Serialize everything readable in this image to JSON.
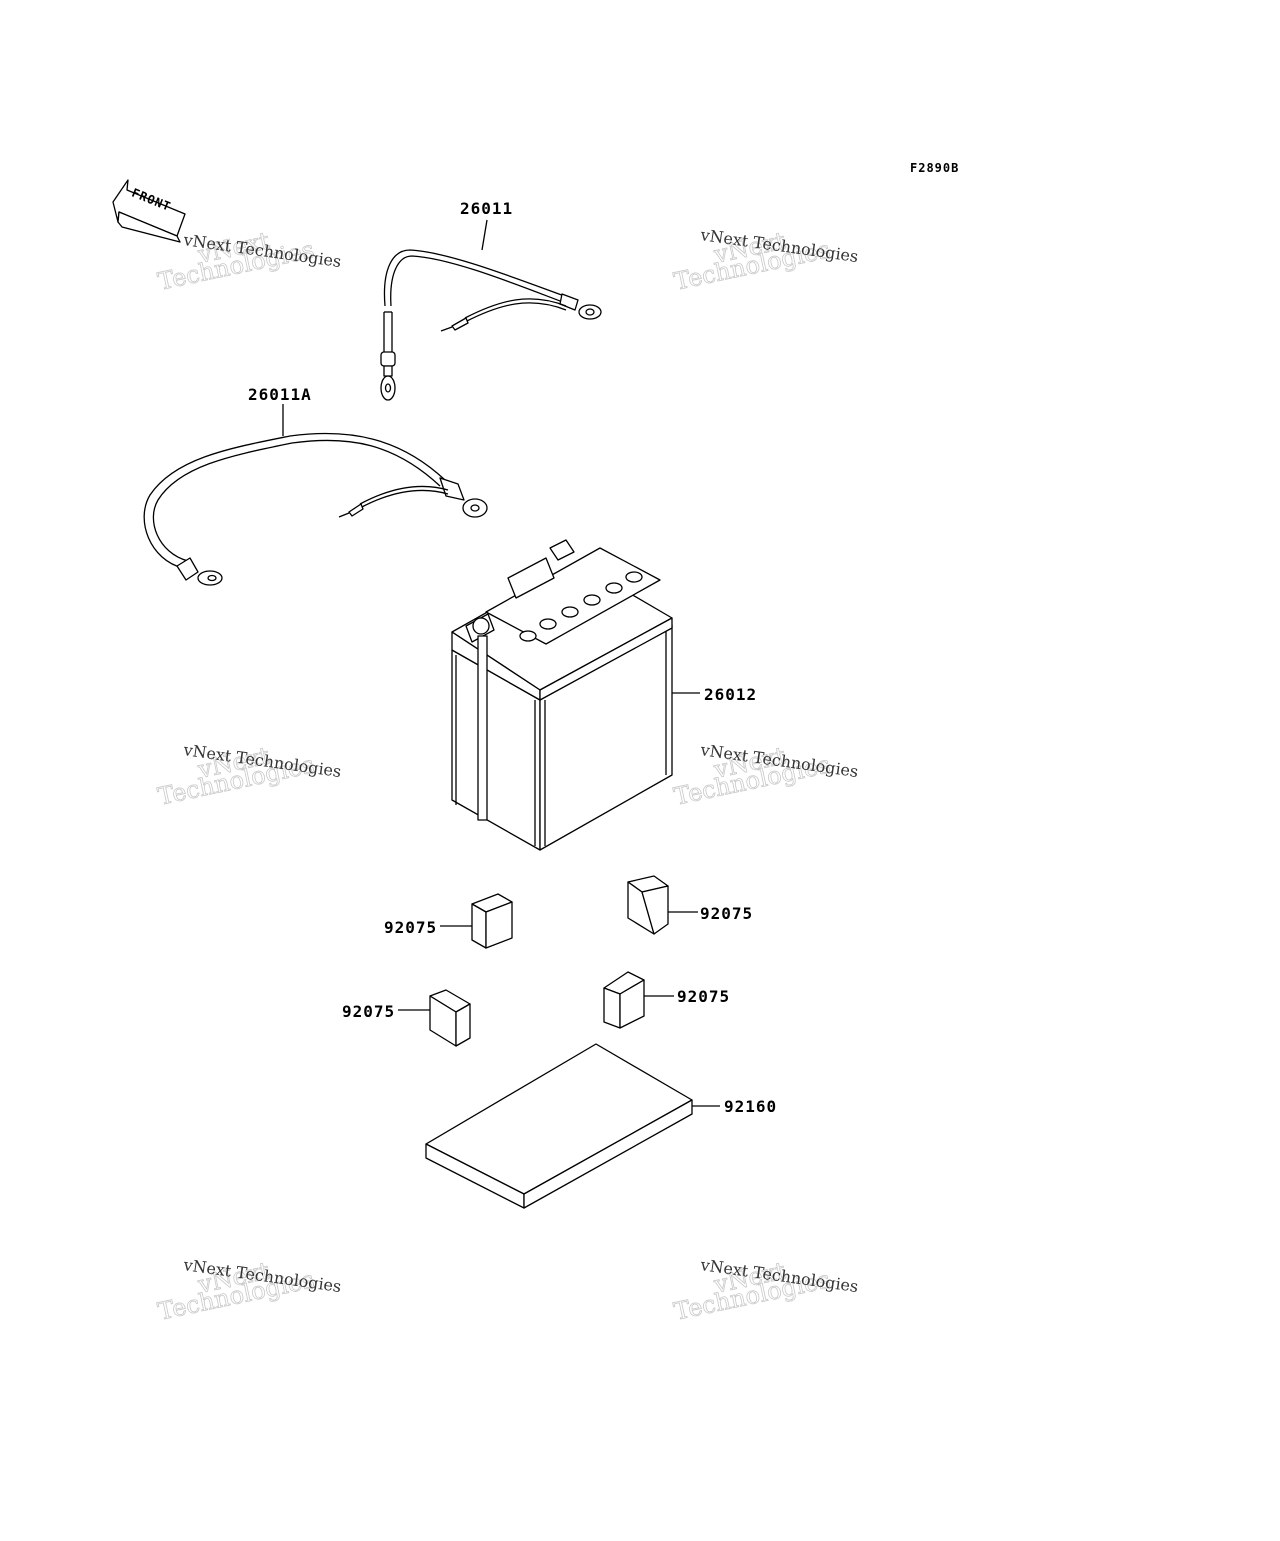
{
  "diagram": {
    "figure_code": "F2890B",
    "front_label": "FRONT",
    "watermark": {
      "outline_line1": "vNext",
      "outline_line2": "Technologies",
      "small_text": "vNext Technologies"
    },
    "callouts": [
      {
        "id": "cable-26011",
        "text": "26011"
      },
      {
        "id": "cable-26011a",
        "text": "26011A"
      },
      {
        "id": "battery",
        "text": "26012"
      },
      {
        "id": "pad-1",
        "text": "92075"
      },
      {
        "id": "pad-2",
        "text": "92075"
      },
      {
        "id": "pad-3",
        "text": "92075"
      },
      {
        "id": "pad-4",
        "text": "92075"
      },
      {
        "id": "mat",
        "text": "92160"
      }
    ]
  }
}
